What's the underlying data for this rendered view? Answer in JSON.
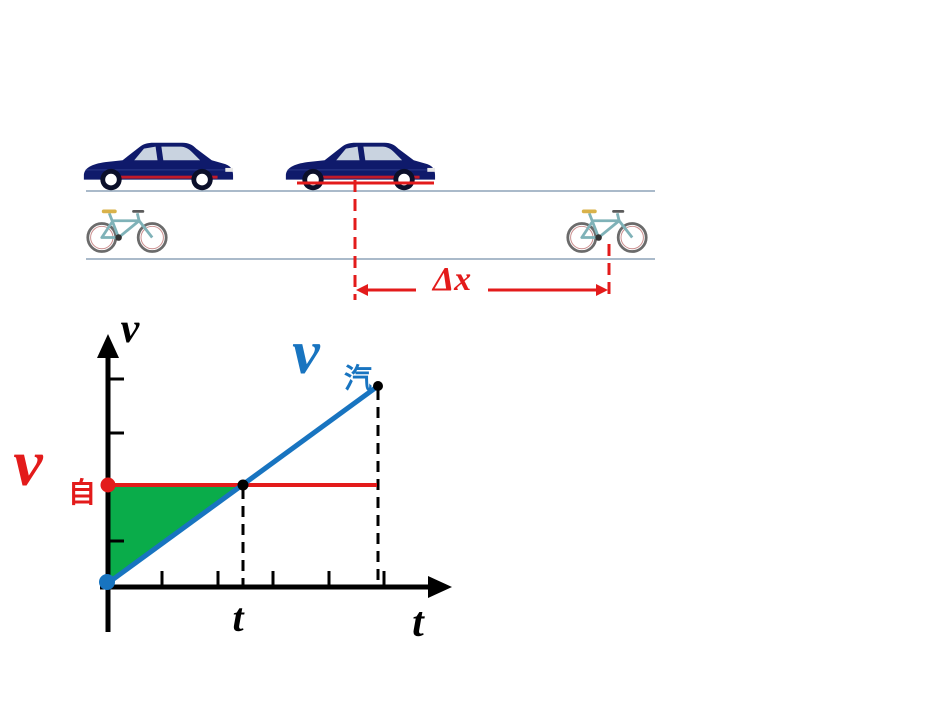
{
  "scene": {
    "delta_label": "Δx",
    "colors": {
      "road_line": "#8ea4b8",
      "car_body": "#0f1a6b",
      "marker_red": "#e31b1b",
      "bicycle_frame": "#7fb2b8",
      "bicycle_seat": "#d9b24a"
    },
    "icons": [
      "car-icon",
      "bicycle-icon"
    ]
  },
  "graph": {
    "v_axis_label": "v",
    "t_axis_label": "t",
    "t_marker_label": "t",
    "car_velocity_symbol": "v",
    "car_velocity_subscript": "汽",
    "bike_velocity_symbol": "v",
    "bike_velocity_subscript": "自",
    "colors": {
      "axis": "#000000",
      "car_line": "#1874c0",
      "bike_line": "#e31b1b",
      "area_fill": "#0aac4a"
    }
  }
}
